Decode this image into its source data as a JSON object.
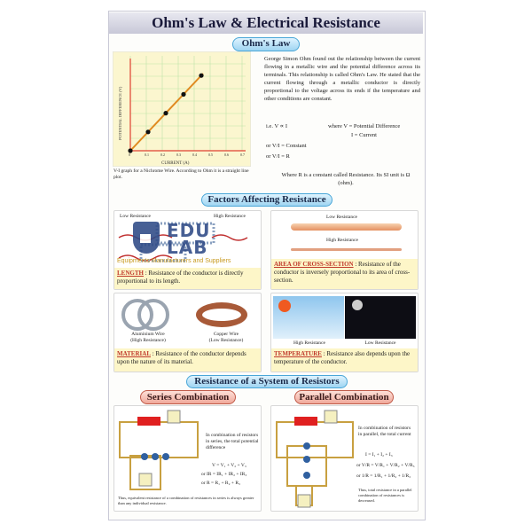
{
  "title": "Ohm's Law & Electrical Resistance",
  "ohms_law": {
    "heading": "Ohm's Law",
    "graph": {
      "x_label": "CURRENT (A)",
      "y_label": "POTENTIAL DIFFERENCE (V)",
      "x_ticks": [
        "0",
        "0.1",
        "0.2",
        "0.3",
        "0.4",
        "0.5",
        "0.6",
        "0.7"
      ],
      "points": [
        [
          0,
          0
        ],
        [
          0.1,
          0.4
        ],
        [
          0.2,
          0.8
        ],
        [
          0.3,
          1.2
        ],
        [
          0.4,
          1.6
        ]
      ]
    },
    "caption": "V-I graph for a Nichrome Wire. According to Ohm it is a straight line plot.",
    "paragraph": "George Simon Ohm found out the relationship between the current flowing in a metallic wire and the potential difference across its terminals. This relationship is called Ohm's Law. He stated that the current flowing through a metallic conductor is directly proportional to the voltage across its ends if the temperature and other conditions are constant.",
    "eq1": "i.e.   V ∝ I",
    "where1": "where V = Potential Difference",
    "where2": "I = Current",
    "eq2": "or   V/I = Constant",
    "eq3": "or   V/I = R",
    "conclusion": "Where R is a constant called Resistance. Its SI unit is Ω (ohm)."
  },
  "factors": {
    "heading": "Factors Affecting Resistance",
    "length": {
      "low": "Low Resistance",
      "high": "High Resistance",
      "keyword": "LENGTH",
      "text": " : Resistance of the conductor is directly proportional to its length."
    },
    "area": {
      "low": "Low Resistance",
      "high": "High Resistance",
      "keyword": "AREA OF CROSS-SECTION",
      "text": " : Resistance of the conductor is inversely proportional to its area of cross-section."
    },
    "material": {
      "wire1": "Aluminium Wire",
      "wire1_sub": "(High Resistance)",
      "wire2": "Copper Wire",
      "wire2_sub": "(Low Resistance)",
      "keyword": "MATERIAL",
      "text": " : Resistance of the conductor depends upon the nature of its material."
    },
    "temperature": {
      "hot": "High Resistance",
      "cold": "Low Resistance",
      "keyword": "TEMPERATURE",
      "text": " : Resistance also depends upon the temperature of the conductor."
    }
  },
  "system": {
    "heading": "Resistance of a System of Resistors",
    "series": {
      "heading": "Series Combination",
      "text": "In combination of resistors in series, the total potential difference",
      "eq1": "V = V₁ + V₂ + V₃",
      "eq2": "or  IR = IR₁ + IR₂ + IR₃",
      "eq3": "or  R = R₁ + R₂ + R₃",
      "footer": "Thus, equivalent resistance of a combination of resistances in series is always greater than any individual resistance."
    },
    "parallel": {
      "heading": "Parallel Combination",
      "text": "In combination of resistors in parallel, the total current",
      "eq1": "I = I₁ + I₂ + I₃",
      "eq2": "or  V/R = V/R₁ + V/R₂ + V/R₃",
      "eq3": "or  1/R = 1/R₁ + 1/R₂ + 1/R₃",
      "footer": "Thus, total resistance in a parallel combination of resistances is decreased."
    }
  },
  "watermark": {
    "line1": "EDU",
    "line2": "LAB",
    "tagline": "Equipments Manufacturers and Suppliers"
  }
}
